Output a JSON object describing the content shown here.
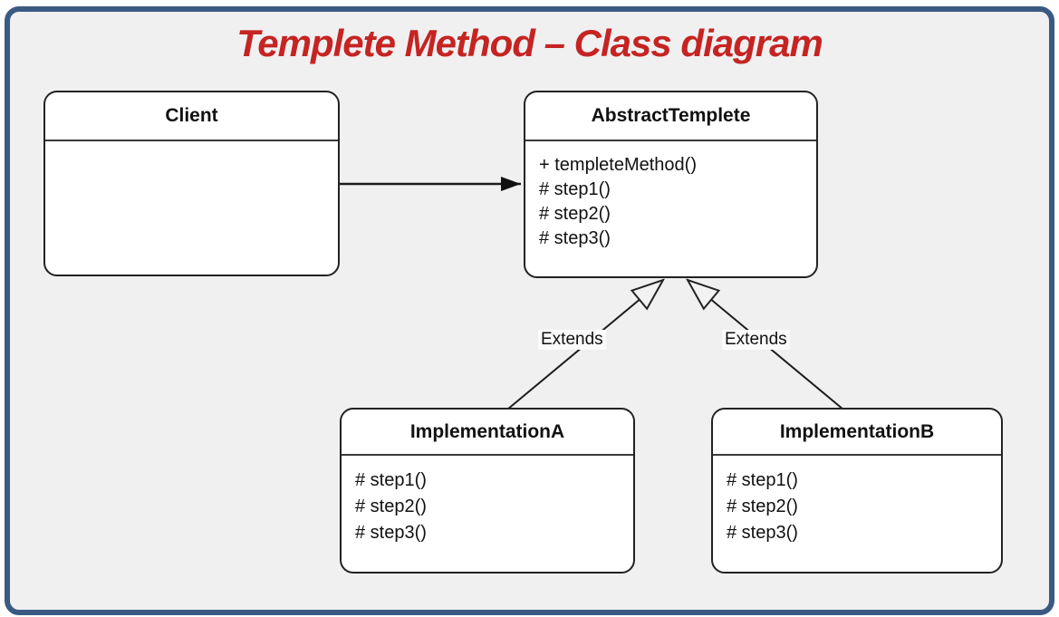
{
  "title": "Templete Method – Class diagram",
  "colors": {
    "frame_border": "#3a5a82",
    "title_text": "#c52422",
    "canvas_background": "#f0f0f1",
    "box_fill": "#ffffff",
    "line": "#1c1c1c"
  },
  "classes": {
    "client": {
      "name": "Client",
      "methods": []
    },
    "abstract_templete": {
      "name": "AbstractTemplete",
      "methods": [
        "+ templeteMethod()",
        "# step1()",
        "# step2()",
        "# step3()"
      ]
    },
    "implementation_a": {
      "name": "ImplementationA",
      "methods": [
        "# step1()",
        "# step2()",
        "# step3()"
      ]
    },
    "implementation_b": {
      "name": "ImplementationB",
      "methods": [
        "# step1()",
        "# step2()",
        "# step3()"
      ]
    }
  },
  "connectors": {
    "extends_a_label": "Extends",
    "extends_b_label": "Extends"
  }
}
